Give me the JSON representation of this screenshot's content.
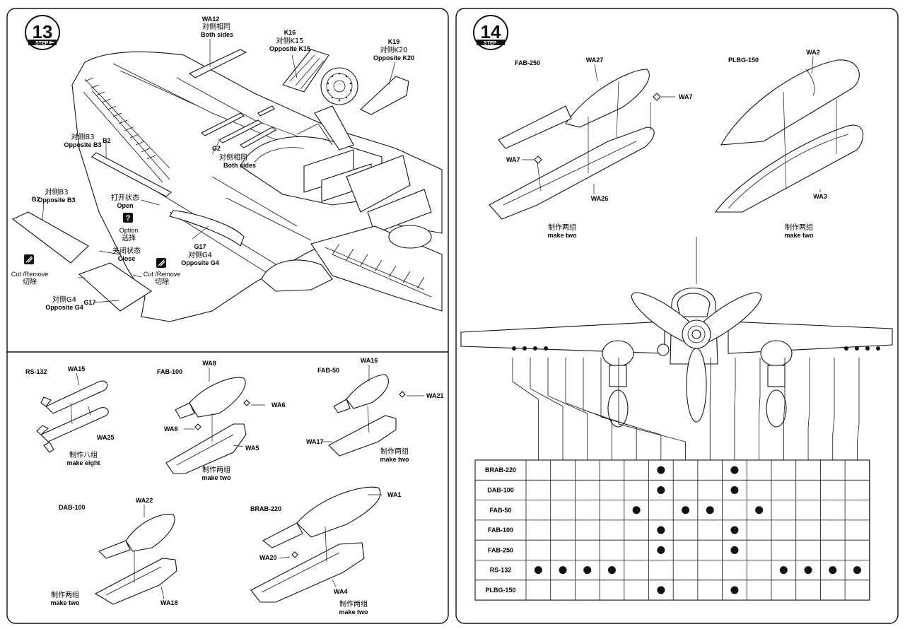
{
  "step13": {
    "number": "13",
    "step_word": "STEP",
    "labels": {
      "wa12": "WA12",
      "wa12_cn": "对侧相同",
      "wa12_en": "Both sides",
      "k16": "K16",
      "k16_cn": "对侧K15",
      "k16_en": "Opposite K15",
      "k19": "K19",
      "k19_cn": "对侧K20",
      "k19_en": "Opposite K20",
      "b3_cn": "对侧B3",
      "b3_en": "Opposite B3",
      "b2a": "B2",
      "g2": "G2",
      "g2_cn": "对侧相同",
      "g2_en": "Both sides",
      "b2b": "B2",
      "b3b_cn": "对侧B3",
      "b3b_en": "Opposite B3",
      "open_cn": "打开状态",
      "open_en": "Open",
      "option_en": "Option",
      "option_cn": "选择",
      "g17a": "G17",
      "g4a_cn": "对侧G4",
      "g4a_en": "Opposite G4",
      "close_cn": "关闭状态",
      "close_en": "Close",
      "cut1_en": "Cut /Remove",
      "cut1_cn": "切除",
      "cut2_en": "Cut /Remove",
      "cut2_cn": "切除",
      "g4b_cn": "对侧G4",
      "g4b_en": "Opposite G4",
      "g17b": "G17"
    }
  },
  "bombs": {
    "rs132": {
      "name": "RS-132",
      "a": "WA15",
      "b": "WA25",
      "note_cn": "制作八组",
      "note_en": "make eight"
    },
    "fab100": {
      "name": "FAB-100",
      "a": "WA8",
      "b": "WA6",
      "c": "WA6",
      "d": "WA5",
      "note_cn": "制作两组",
      "note_en": "make two"
    },
    "fab50": {
      "name": "FAB-50",
      "a": "WA16",
      "b": "WA21",
      "c": "WA17",
      "note_cn": "制作两组",
      "note_en": "make two"
    },
    "dab100": {
      "name": "DAB-100",
      "a": "WA22",
      "b": "WA18",
      "note_cn": "制作两组",
      "note_en": "make two"
    },
    "brab220": {
      "name": "BRAB-220",
      "a": "WA1",
      "b": "WA20",
      "c": "WA4",
      "note_cn": "制作两组",
      "note_en": "make two"
    }
  },
  "step14": {
    "number": "14",
    "step_word": "STEP",
    "fab250": {
      "name": "FAB-250",
      "a": "WA27",
      "b": "WA7",
      "c": "WA7",
      "d": "WA26",
      "note_cn": "制作两组",
      "note_en": "make two"
    },
    "plbg150": {
      "name": "PLBG-150",
      "a": "WA2",
      "b": "WA3",
      "note_cn": "制作两组",
      "note_en": "make two"
    }
  },
  "loadout_table": {
    "rows": [
      "BRAB-220",
      "DAB-100",
      "FAB-50",
      "FAB-100",
      "FAB-250",
      "RS-132",
      "PLBG-150"
    ],
    "station_count": 14,
    "marks": [
      [
        5,
        8
      ],
      [
        5,
        8
      ],
      [
        4,
        6,
        7,
        9
      ],
      [
        5,
        8
      ],
      [
        5,
        8
      ],
      [
        0,
        1,
        2,
        3,
        10,
        11,
        12,
        13
      ],
      [
        5,
        8
      ]
    ]
  }
}
